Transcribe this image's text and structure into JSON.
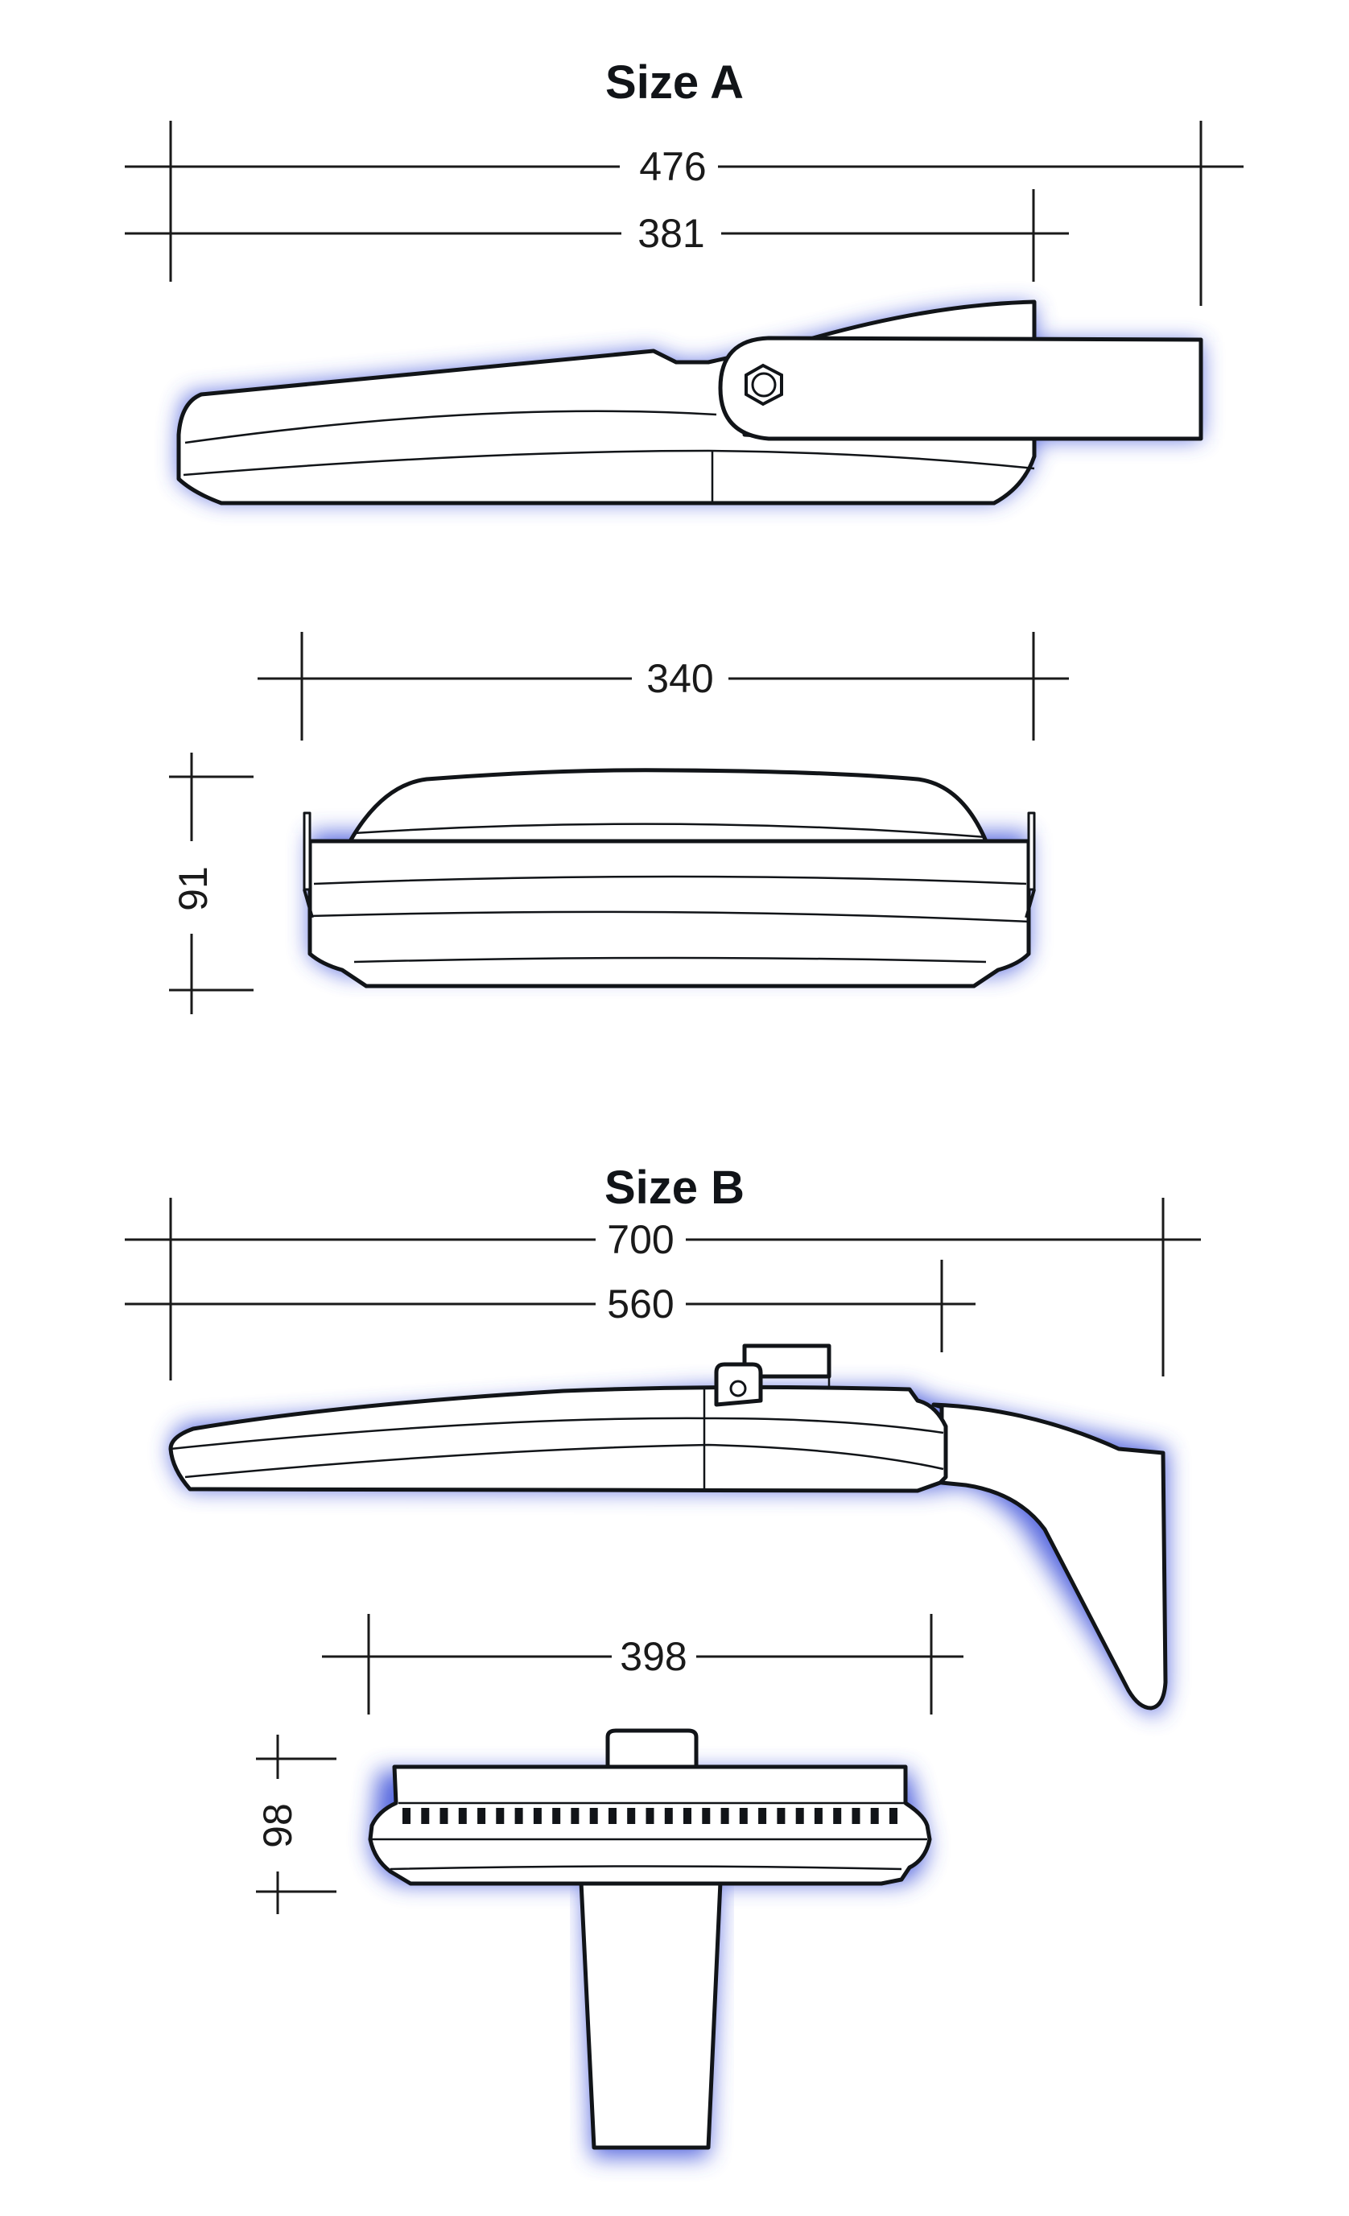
{
  "colors": {
    "outline": "#111418",
    "glow": "#3a4fd9",
    "background": "#ffffff"
  },
  "size_a": {
    "title": "Size A",
    "dim_overall_length": "476",
    "dim_body_length": "381",
    "dim_width": "340",
    "dim_height": "91"
  },
  "size_b": {
    "title": "Size B",
    "dim_overall_length": "700",
    "dim_body_length": "560",
    "dim_width": "398",
    "dim_height": "98"
  }
}
